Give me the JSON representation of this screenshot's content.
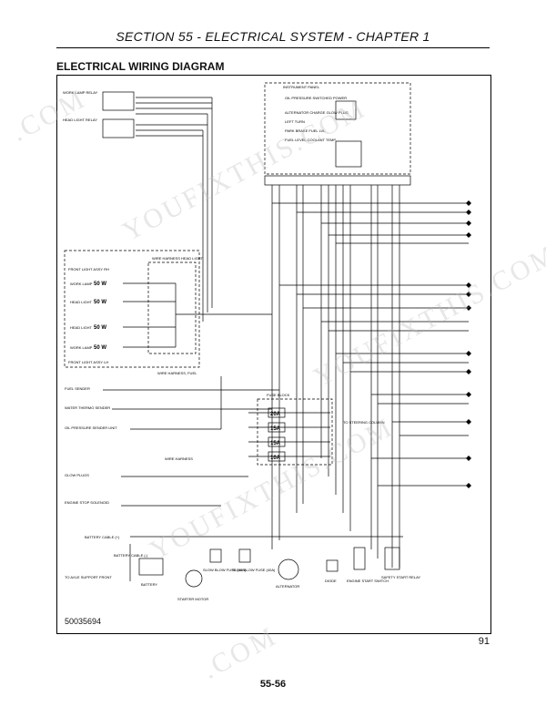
{
  "header": {
    "section": "SECTION 55 - ELECTRICAL SYSTEM - CHAPTER 1"
  },
  "diagram": {
    "title": "ELECTRICAL WIRING DIAGRAM",
    "figure_number": "50035694",
    "labels": {
      "work_lamp_relay": "WORK LAMP RELAY",
      "head_light_relay": "HEAD LIGHT RELAY",
      "instrument_panel": "INSTRUMENT PANEL",
      "oil_pressure": "OIL PRESSURE SWITCHED POWER",
      "alternator_charge": "ALTERNATOR CHARGE GLOW PLUG",
      "left_turn": "LEFT TURN",
      "park_brake": "PARK BRAKE FUEL LVL",
      "fuel_level": "FUEL LEVEL COOLANT TEMP",
      "front_light_rh": "FRONT LIGHT ASSY RH",
      "front_light_lh": "FRONT LIGHT ASSY LH",
      "wire_harness_head": "WIRE HARNESS HEAD LIGHT",
      "work_lamp": "WORK LAMP",
      "head_light": "HEAD LIGHT",
      "watt_50": "50 W",
      "wire_harness_fuel": "WIRE HARNESS, FUEL",
      "fuel_sender": "FUEL SENDER",
      "water_thermo": "WATER THERMO SENDER",
      "oil_pressure_sender": "OIL PRESSURE SENDER UNIT",
      "fuse_block": "FUSE BLOCK",
      "to_steering": "TO STEERING COLUMN",
      "wire_harness": "WIRE HARNESS",
      "glow_plugs": "GLOW PLUGS",
      "engine_stop": "ENGINE STOP SOLENOID",
      "battery_cable_pos": "BATTERY CABLE (+)",
      "battery_cable_neg": "BATTERY CABLE (-)",
      "axle_support": "TO AXLE SUPPORT FRONT",
      "battery": "BATTERY",
      "starter_motor": "STARTER MOTOR",
      "slow_blow_40": "SLOW BLOW FUSE (40A)",
      "slow_blow_60": "SLOW BLOW FUSE (40A)",
      "alternator": "ALTERNATOR",
      "diode": "DIODE",
      "engine_start": "ENGINE START SWITCH",
      "safety_relay": "SAFETY START RELAY"
    },
    "fuses": [
      "20A",
      "15A",
      "15A",
      "10A"
    ]
  },
  "page": {
    "right_number": "91",
    "bottom_number": "55-56"
  },
  "watermark": {
    "text_a": "YOUFIXTHIS.COM",
    "text_b": ".COM"
  }
}
